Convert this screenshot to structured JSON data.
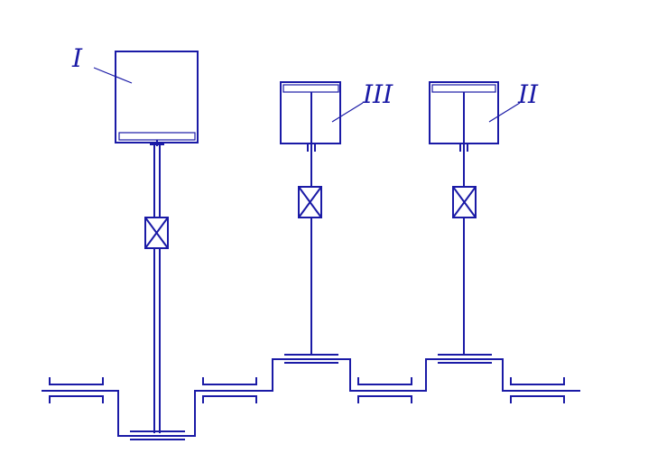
{
  "labels": {
    "cyl_1": "I",
    "cyl_2": "II",
    "cyl_3": "III"
  },
  "colors": {
    "line": "#1a1aa6",
    "background": "#ffffff"
  }
}
